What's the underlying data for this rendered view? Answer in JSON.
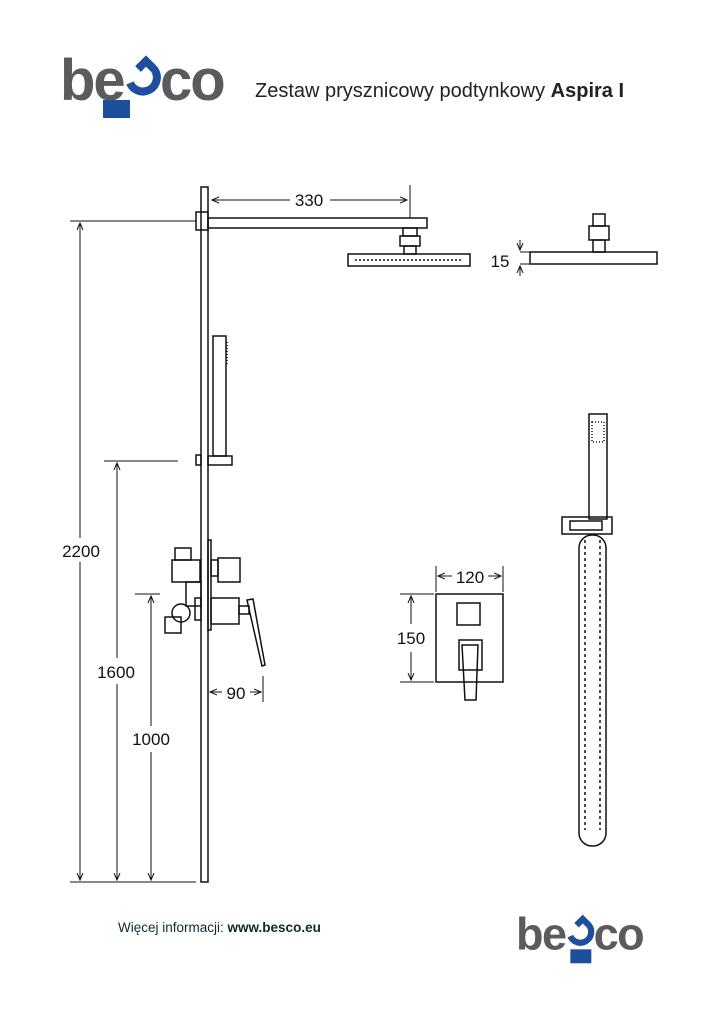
{
  "brand": {
    "logo_text": "besco",
    "primary_color": "#5b5b5d",
    "accent_color": "#1e4f9c"
  },
  "header": {
    "title_regular": "Zestaw prysznicowy podtynkowy",
    "title_bold": "Aspira I"
  },
  "drawing": {
    "dimensions": {
      "arm_length": "330",
      "head_thickness": "15",
      "height_head": "2200",
      "height_hand_holder": "1600",
      "height_mixer": "1000",
      "mixer_depth": "90",
      "plate_width": "120",
      "plate_height": "150"
    }
  },
  "footer": {
    "info_label": "Więcej informacji:",
    "website": "www.besco.eu"
  }
}
